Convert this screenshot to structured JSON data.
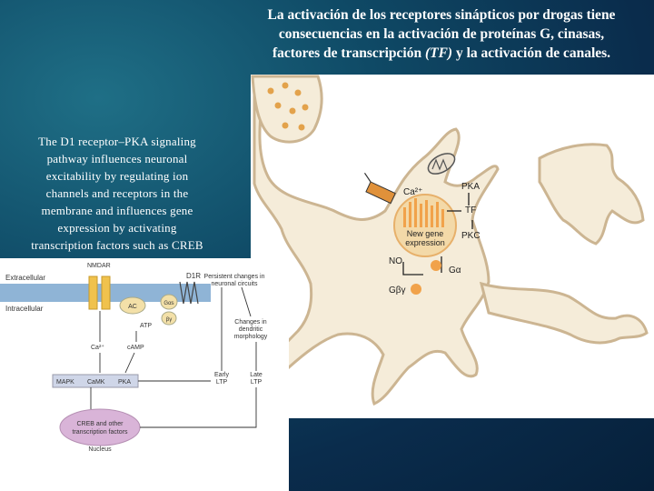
{
  "title": {
    "line1": "La activación de los receptores sinápticos por drogas tiene",
    "line2": "consecuencias en la activación de proteínas G, cinasas,",
    "line3_pre": "factores de transcripción  ",
    "line3_tf": "(TF)",
    "line3_post": " y la activación de canales."
  },
  "caption": {
    "line1": "The D1 receptor–PKA signaling",
    "line2": "pathway influences neuronal",
    "line3": "excitability by regulating ion",
    "line4": "channels and receptors in the",
    "line5": "membrane and influences gene",
    "line6": "expression by activating",
    "line7": "transcription factors such as CREB"
  },
  "neuron": {
    "ca": "Ca²⁺",
    "pka": "PKA",
    "tf": "TF",
    "pkc": "PKC",
    "gene1": "New gene",
    "gene2": "expression",
    "no": "NO",
    "ga": "Gα",
    "gby": "Gβγ"
  },
  "pathway": {
    "nmdar": "NMDAR",
    "d1r": "D1R",
    "extracellular": "Extracellular",
    "intracellular": "Intracellular",
    "ac": "AC",
    "gas": "Gαs",
    "bg": "βγ",
    "atp": "ATP",
    "ca": "Ca²⁺",
    "camp": "cAMP",
    "mapk": "MAPK",
    "camk": "CaMK",
    "pka": "PKA",
    "creb1": "CREB and other",
    "creb2": "transcription factors",
    "nucleus": "Nucleus",
    "persist1": "Persistent changes in",
    "persist2": "neuronal circuits",
    "changes1": "Changes in",
    "changes2": "dendritic",
    "changes3": "morphology",
    "early1": "Early",
    "early2": "LTP",
    "late1": "Late",
    "late2": "LTP"
  },
  "colors": {
    "background": "#0d3f5e",
    "neuron_fill": "#f5ecd9",
    "neuron_outline": "#ccb592",
    "gene_orange": "#f1a24a",
    "membrane_blue": "#8fb4d6",
    "nucleus_pink": "#d9b4d8"
  }
}
